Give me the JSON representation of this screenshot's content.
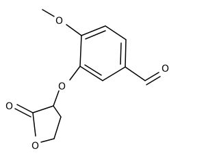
{
  "molecule": {
    "atoms": {
      "methoxy_oxygen": "O",
      "ether_oxygen": "O",
      "aldehyde_oxygen": "O",
      "carbonyl_oxygen": "O",
      "ring_oxygen": "O"
    },
    "colors": {
      "bond": "#000000",
      "label": "#000000",
      "background": "#ffffff"
    }
  }
}
